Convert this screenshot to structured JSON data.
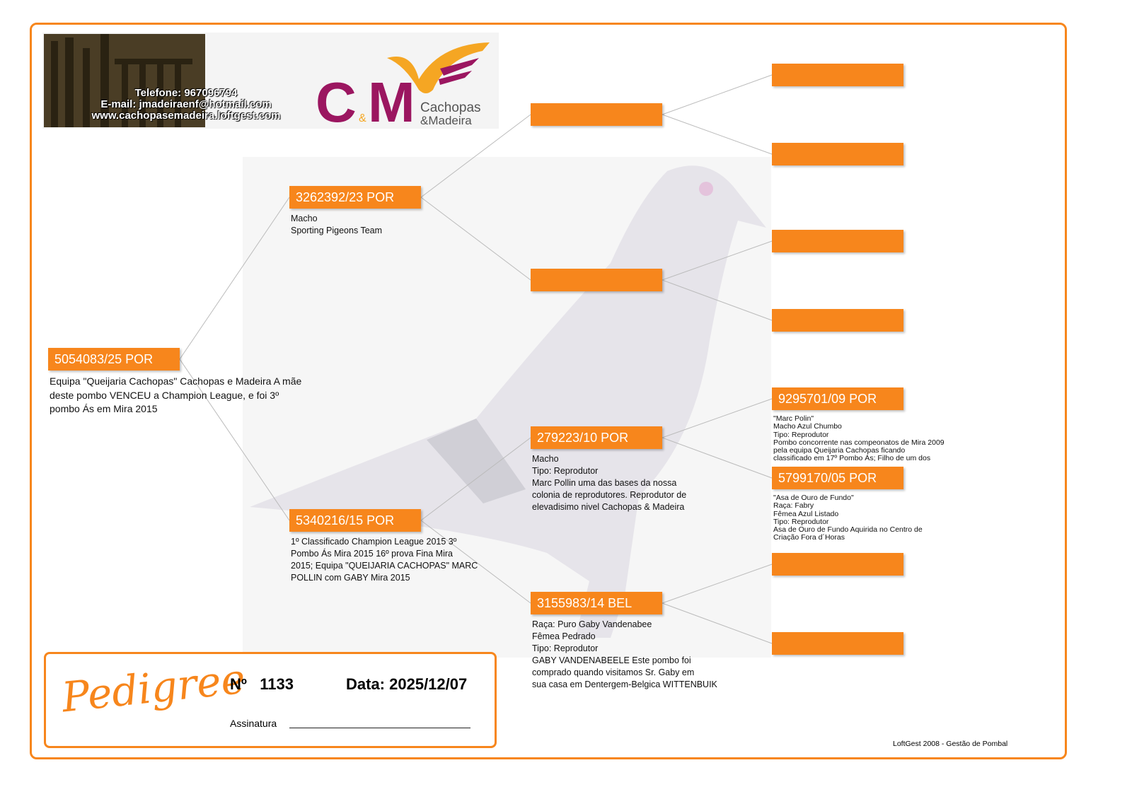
{
  "header": {
    "phone": "Telefone: 967096794",
    "email": "E-mail: jmadeiraenf@hotmail.com",
    "website": "www.cachopasemadeira.loftgest.com",
    "logo_text": "C&M Cachopas & Madeira"
  },
  "subject": {
    "ring": "5054083/25 POR",
    "info": "Equipa \"Queijaria Cachopas\" Cachopas e Madeira A mãe deste pombo VENCEU a Champion League, e foi 3º pombo Ás em Mira 2015"
  },
  "sire": {
    "ring": "3262392/23 POR",
    "info": "Macho\nSporting Pigeons Team"
  },
  "dam": {
    "ring": "5340216/15 POR",
    "info": "1º Classificado Champion League 2015 3º\nPombo Ás Mira 2015 16º  prova Fina Mira\n2015;  Equipa \"QUEIJARIA CACHOPAS\" MARC\nPOLLIN com GABY Mira 2015"
  },
  "gen2": [
    {
      "ring": "",
      "info": ""
    },
    {
      "ring": "",
      "info": ""
    },
    {
      "ring": "279223/10 POR",
      "info": "Macho\nTipo: Reprodutor\nMarc Pollin uma das bases da nossa\ncolonia de reprodutores. Reprodutor de\nelevadisimo nivel  Cachopas & Madeira"
    },
    {
      "ring": "3155983/14 BEL",
      "info": "Raça: Puro Gaby Vandenabee\nFêmea Pedrado\nTipo: Reprodutor\nGABY VANDENABEELE Este pombo foi\ncomprado quando visitamos Sr. Gaby em\nsua casa em Dentergem-Belgica WITTENBUIK"
    }
  ],
  "gen3": [
    {
      "ring": "",
      "info": ""
    },
    {
      "ring": "",
      "info": ""
    },
    {
      "ring": "",
      "info": ""
    },
    {
      "ring": "",
      "info": ""
    },
    {
      "ring": "9295701/09 POR",
      "info": "\"Marc Polin\"\nMacho Azul Chumbo\nTipo: Reprodutor\nPombo concorrente nas compeonatos de Mira 2009\npela equipa Queijaria Cachopas ficando\nclassificado em 17º Pombo Ás; Filho de um dos"
    },
    {
      "ring": "5799170/05 POR",
      "info": "\"Asa de Ouro de Fundo\"\nRaça: Fabry\nFêmea Azul Listado\nTipo: Reprodutor\nAsa de Ouro de Fundo  Aquirida no Centro de\nCriação Fora d´Horas"
    },
    {
      "ring": "",
      "info": ""
    },
    {
      "ring": "",
      "info": ""
    }
  ],
  "certificate": {
    "title": "Pedigree",
    "number_label": "Nº",
    "number": "1133",
    "date": "Data: 2025/12/07",
    "signature_label": "Assinatura"
  },
  "footer": "LoftGest 2008 - Gestão de Pombal",
  "colors": {
    "accent": "#f7861c",
    "brand": "#9b1660"
  }
}
